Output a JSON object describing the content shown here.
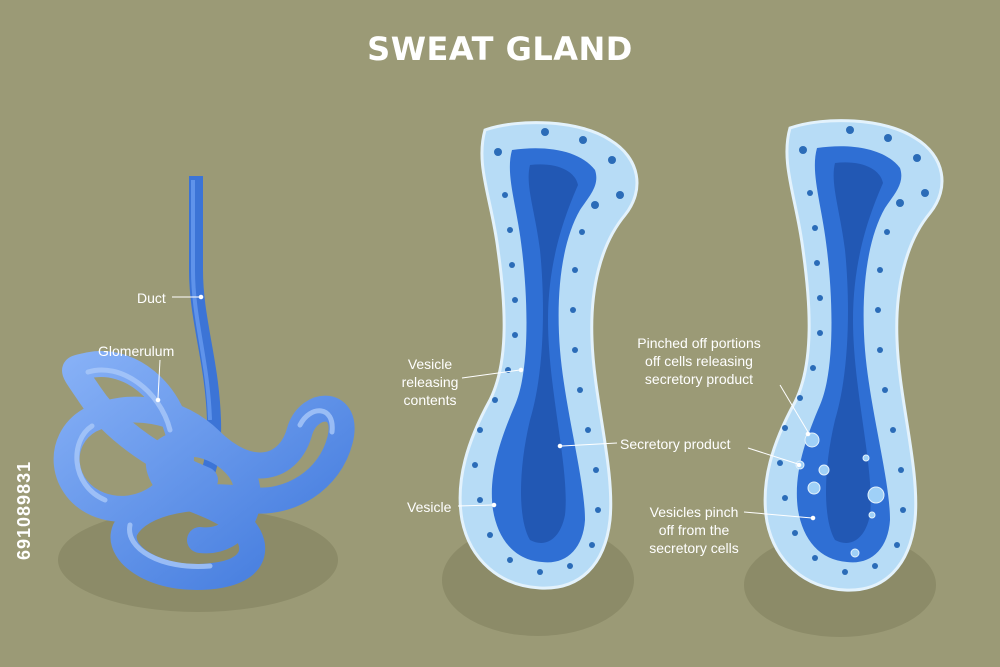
{
  "title": "SWEAT GLAND",
  "labels": {
    "duct": "Duct",
    "glomerulum": "Glomerulum",
    "vesicle_releasing": [
      "Vesicle",
      "releasing",
      "contents"
    ],
    "vesicle": "Vesicle",
    "secretory_product": "Secretory product",
    "pinched_off": [
      "Pinched off portions",
      "off cells releasing",
      "secretory product"
    ],
    "vesicles_pinch": [
      "Vesicles pinch",
      "off from the",
      "secretory cells"
    ]
  },
  "stock_id": "691089831",
  "colors": {
    "background": "#9b9a76",
    "shadow": "#8c8b68",
    "tube": "#4b83e6",
    "tube_light": "#7aa6f3",
    "lumen": "#2f6fd4",
    "lumen_dark": "#2258b4",
    "cell": "#b7dcf6",
    "cell_edge": "#e3f2fc",
    "nucleus": "#2b6cb8"
  }
}
